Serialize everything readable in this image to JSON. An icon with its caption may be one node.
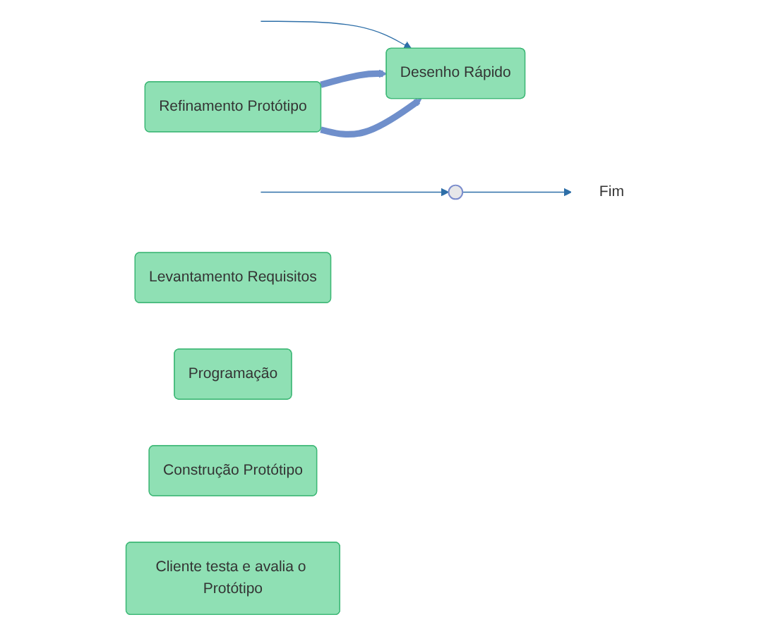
{
  "diagram": {
    "nodes": [
      {
        "text": [
          "Fim"
        ]
      },
      {
        "text": [
          "Levantamento Requisitos"
        ]
      },
      {
        "text": [
          "Programação"
        ]
      },
      {
        "text": [
          "Desenho Rápido"
        ]
      },
      {
        "text": [
          "Refinamento Protótipo"
        ]
      },
      {
        "text": [
          "Construção Protótipo"
        ]
      },
      {
        "text": [
          "Cliente testa e avalia o Protótipo"
        ]
      },
      {
        "text": [],
        "shape": "circle"
      }
    ],
    "edges": [
      {
        "from": 7,
        "to": 0,
        "arrow": "to"
      },
      {
        "from": null,
        "to": 7,
        "arrow": "to"
      },
      {
        "from": null,
        "to": 3,
        "arrow": "to"
      },
      {
        "from": 4,
        "to": 3,
        "arrow": "to",
        "style": "thick",
        "color": "#6f8fcb"
      },
      {
        "from": 4,
        "to": 3,
        "arrow": "to",
        "style": "thick",
        "color": "#6f8fcb"
      }
    ]
  }
}
